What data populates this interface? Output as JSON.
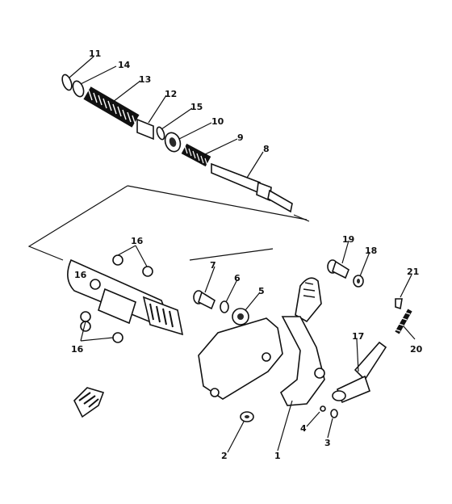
{
  "callouts": {
    "p1": "1",
    "p2": "2",
    "p3": "3",
    "p4": "4",
    "p5": "5",
    "p6": "6",
    "p7": "7",
    "p8": "8",
    "p9": "9",
    "p10": "10",
    "p11": "11",
    "p12": "12",
    "p13": "13",
    "p14": "14",
    "p15": "15",
    "p16a": "16",
    "p16b": "16",
    "p16c": "16",
    "p17": "17",
    "p18": "18",
    "p19": "19",
    "p20": "20",
    "p21": "21"
  }
}
